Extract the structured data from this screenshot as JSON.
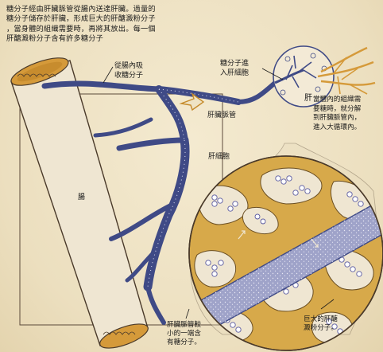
{
  "intro_text": "糖分子經由肝臟脈管從腸內送達肝臟。過量的\n糖分子儲存於肝臟，形成巨大的肝醣澱粉分子\n，當身體的組織需要時，再將其放出。每一個\n肝醣澱粉分子含有許多糖分子",
  "labels": {
    "absorb": "從腸內吸\n收糖分子",
    "enter_cell": "糖分子進\n入肝細胞",
    "liver": "肝",
    "release": "當體內的組織需\n要糖時，就分解\n到肝臟脈管內，\n進入大循環內。",
    "portal_vessel": "肝臟脈管",
    "liver_cell": "肝細胞",
    "intestine": "腸",
    "small_end": "肝臟脈管較\n小的一端含\n有糖分子。",
    "glycogen": "巨大的肝醣\n澱粉分子。"
  },
  "colors": {
    "vessel": "#3f4a86",
    "intestine_fill": "#efe6d2",
    "intestine_villi": "#d59a3a",
    "liver_cell": "#d7a94a",
    "ink": "#1a1a1a"
  }
}
